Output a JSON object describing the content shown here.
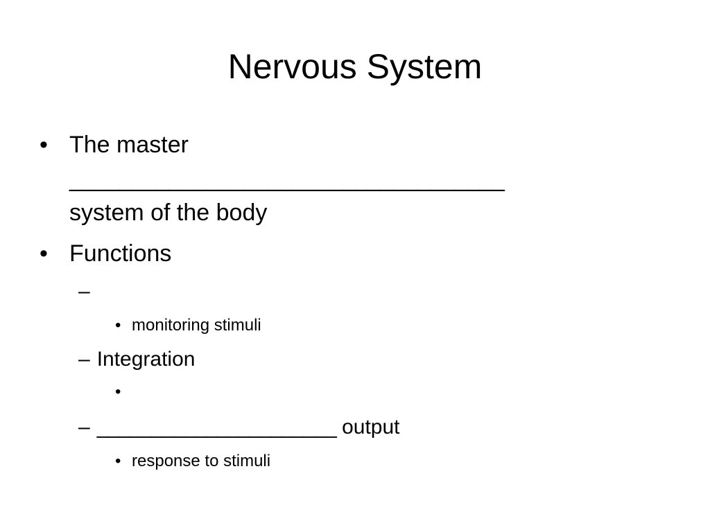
{
  "slide": {
    "title": "Nervous System",
    "bullets": [
      {
        "line1": "The master",
        "blank": "___________________________________",
        "line3": "system of the body"
      },
      {
        "text": "Functions"
      }
    ],
    "sub_items": [
      {
        "dash": "–",
        "text": ""
      },
      {
        "bullet": "•",
        "text": "monitoring stimuli"
      },
      {
        "dash": "–",
        "text": "Integration"
      },
      {
        "bullet": "•",
        "text": ""
      },
      {
        "dash": "–",
        "blank": "______________________",
        "text": " output"
      },
      {
        "bullet": "•",
        "text": "response to stimuli"
      }
    ],
    "bullet_glyph": "•"
  }
}
